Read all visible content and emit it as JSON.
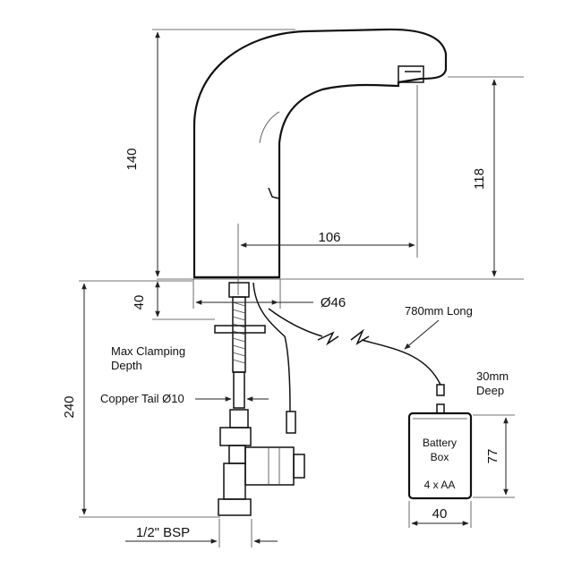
{
  "dimensions": {
    "spout_height": "140",
    "outlet_height": "118",
    "reach": "106",
    "body_diameter": "Ø46",
    "clamp_depth": "40",
    "below_deck": "240",
    "box_depth_label": "30mm\nDeep",
    "box_height": "77",
    "box_width": "40",
    "thread": "1/2\" BSP"
  },
  "labels": {
    "cable_length": "780mm Long",
    "max_clamping_line1": "Max Clamping",
    "max_clamping_line2": "Depth",
    "copper_tail": "Copper Tail Ø10",
    "depth_line1": "30mm",
    "depth_line2": "Deep"
  },
  "battery_box": {
    "line1": "Battery",
    "line2": "Box",
    "line3": "4 x AA"
  },
  "colors": {
    "line": "#111111",
    "background": "#ffffff"
  }
}
